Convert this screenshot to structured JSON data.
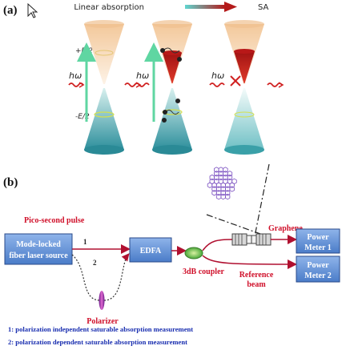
{
  "panel_a": {
    "label": "(a)",
    "legend_left": "Linear absorption",
    "legend_right": "SA",
    "energy_plus": "+E/2",
    "energy_minus": "-E/2",
    "photon": "hω",
    "colors": {
      "upper_cone": "#f1c79a",
      "lower_cone": "#3d9fa8",
      "filled_red": "#c41e1e",
      "arrow": "#5fd6a2"
    }
  },
  "panel_b": {
    "label": "(b)",
    "pulse_label": "Pico-second pulse",
    "source_line1": "Mode-locked",
    "source_line2": "fiber laser source",
    "path1": "1",
    "path2": "2",
    "edfa": "EDFA",
    "coupler": "3dB coupler",
    "graphene": "Graphene",
    "reference_line1": "Reference",
    "reference_line2": "beam",
    "polarizer": "Polarizer",
    "meter1_line1": "Power",
    "meter1_line2": "Meter 1",
    "meter2_line1": "Power",
    "meter2_line2": "Meter 2",
    "note1": "1: polarization independent saturable absorption measurement",
    "note2": "2: polarization dependent saturable absorption measurement",
    "colors": {
      "box_fill": "#5b8fd6",
      "box_stroke": "#2a4a8a",
      "red_text": "#d0102a",
      "blue_text": "#1a2fb0",
      "fiber": "#b01030",
      "coupler": "#6cc04a"
    }
  }
}
